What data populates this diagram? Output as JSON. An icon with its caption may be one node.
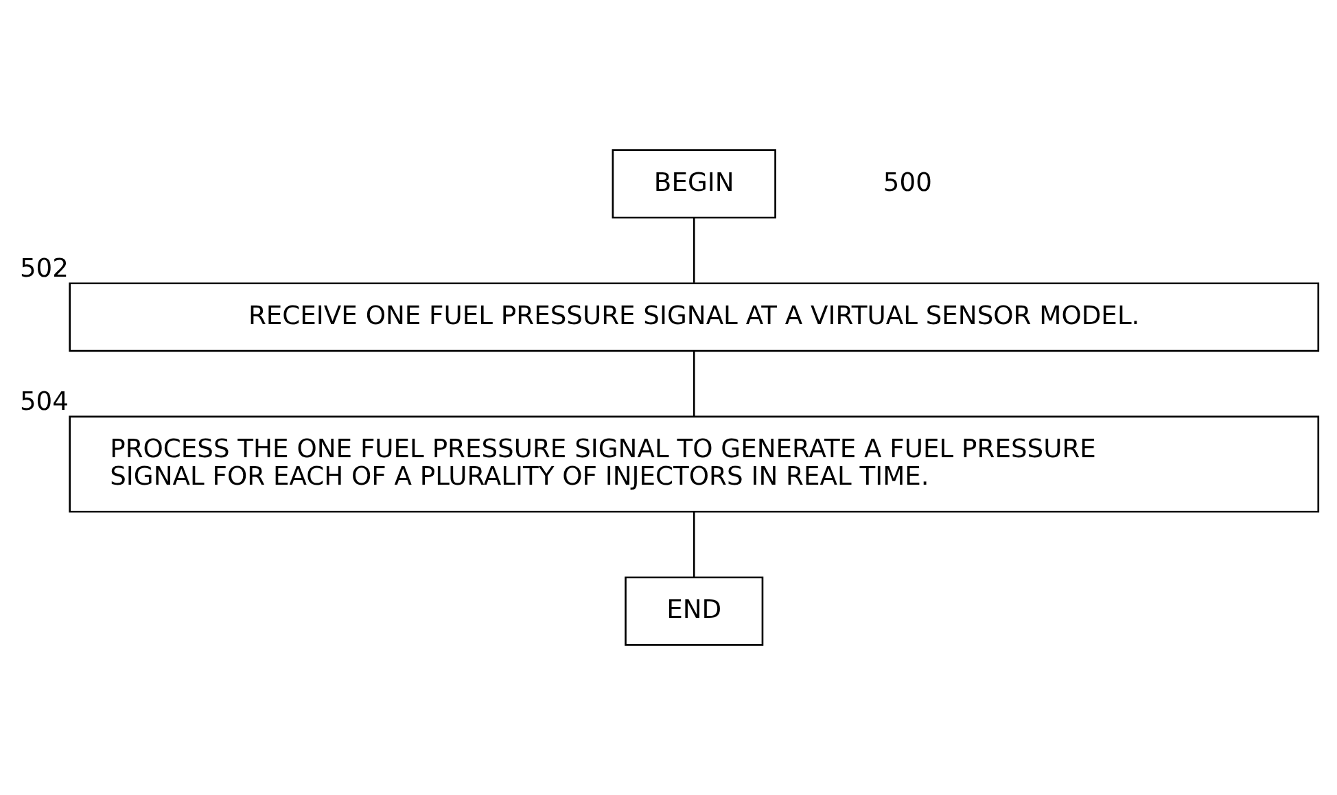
{
  "diagram": {
    "nodes": [
      {
        "text": [
          "BEGIN"
        ]
      },
      {
        "text": [
          "RECEIVE ONE FUEL PRESSURE SIGNAL AT A VIRTUAL SENSOR MODEL."
        ],
        "beside": [
          "502"
        ]
      },
      {
        "text": [
          "PROCESS THE ONE FUEL PRESSURE SIGNAL TO GENERATE A FUEL PRESSURE SIGNAL FOR EACH OF A PLURALITY OF INJECTORS IN REAL TIME."
        ],
        "beside": [
          "504"
        ]
      },
      {
        "text": [
          "END"
        ]
      }
    ],
    "edges": [
      {
        "from": 0,
        "to": 1,
        "arrow": "none"
      },
      {
        "from": 1,
        "to": 2,
        "arrow": "none"
      },
      {
        "from": 2,
        "to": 3,
        "arrow": "none"
      }
    ],
    "labels": [
      "500"
    ]
  }
}
